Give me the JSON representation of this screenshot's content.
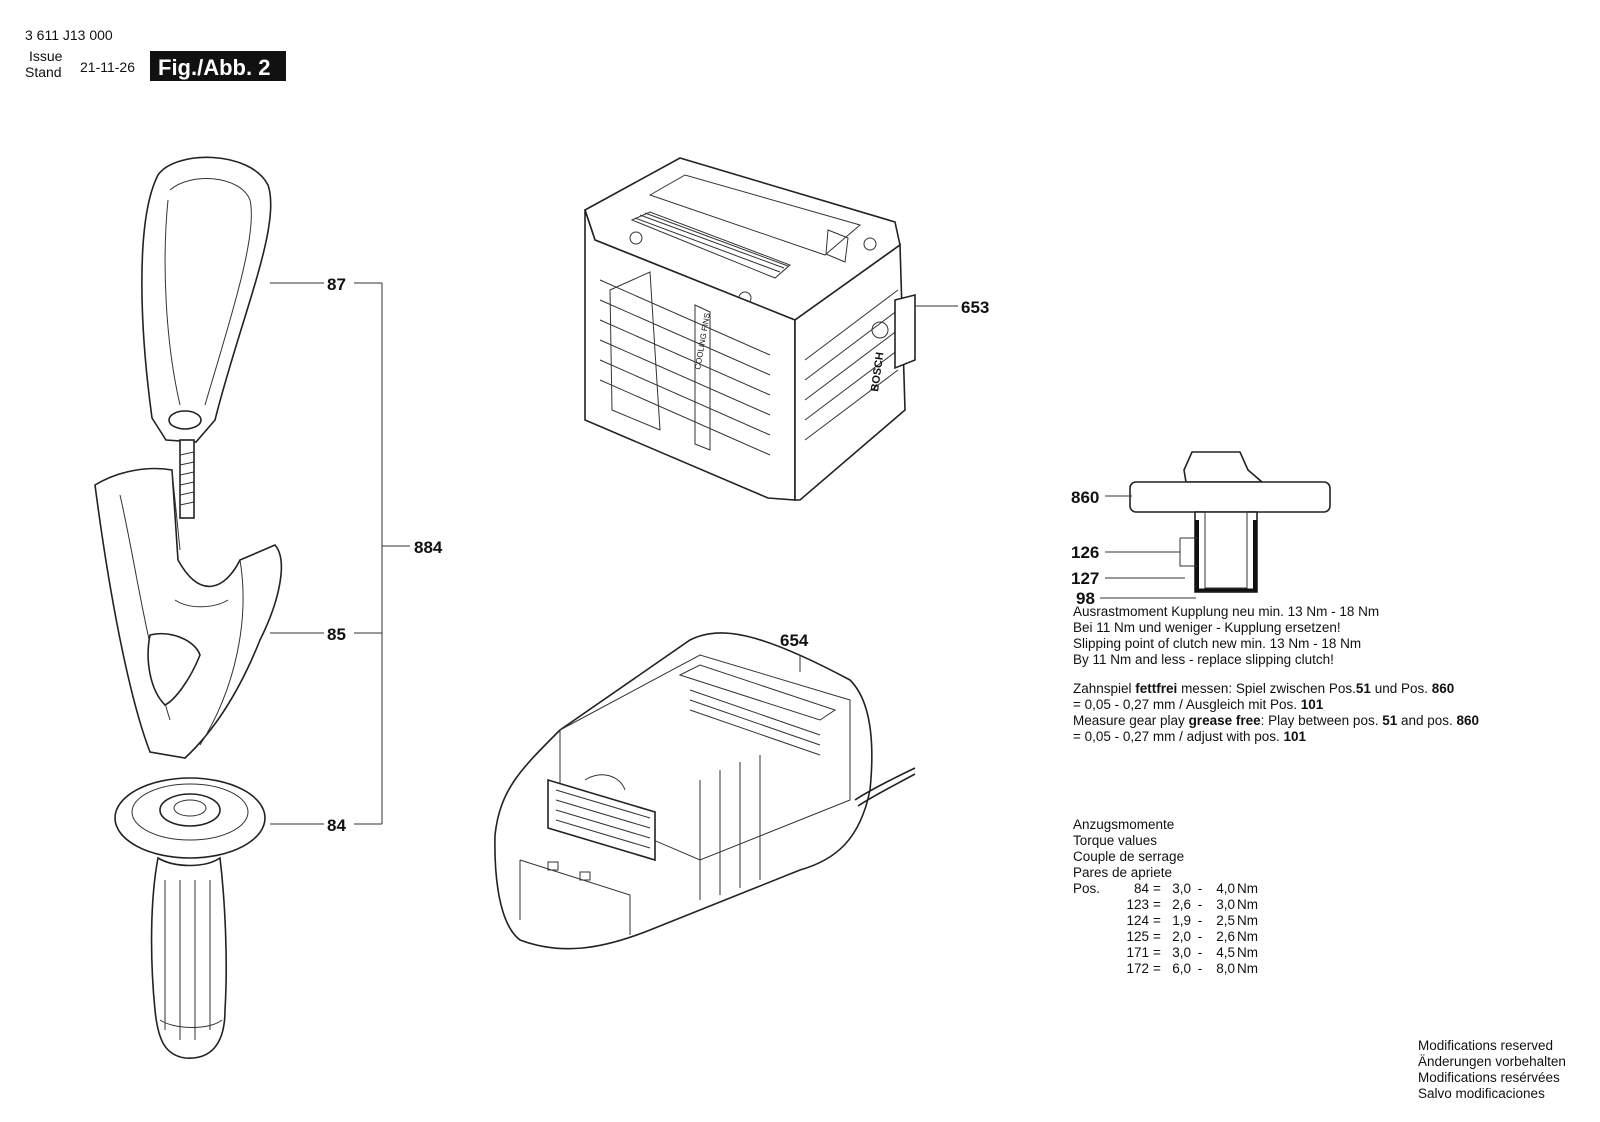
{
  "header": {
    "doc_number": "3 611 J13 000",
    "issue_label": "Issue",
    "stand_label": "Stand",
    "date": "21-11-26",
    "figure_badge": "Fig./Abb. 2"
  },
  "callouts": {
    "c87": "87",
    "c85": "85",
    "c84": "84",
    "c884": "884",
    "c653": "653",
    "c654": "654",
    "c860": "860",
    "c126": "126",
    "c127": "127",
    "c98": "98"
  },
  "battery_text": {
    "cooling": "COOLING FINS",
    "brand": "BOSCH"
  },
  "clutch_notes": [
    "Ausrastmoment Kupplung neu min. 13 Nm - 18 Nm",
    "Bei 11 Nm und weniger - Kupplung ersetzen!",
    "Slipping point of clutch new min. 13 Nm - 18 Nm",
    "By 11 Nm and less - replace slipping clutch!"
  ],
  "gear_notes": {
    "line1_a": "Zahnspiel ",
    "line1_b": "fettfrei",
    "line1_c": " messen: Spiel zwischen Pos.",
    "line1_d": "51",
    "line1_e": " und Pos. ",
    "line1_f": "860",
    "line2_a": "= 0,05 - 0,27 mm / Ausgleich mit Pos. ",
    "line2_b": "101",
    "line3_a": "Measure gear play ",
    "line3_b": "grease free",
    "line3_c": ": Play between pos. ",
    "line3_d": "51",
    "line3_e": " and pos. ",
    "line3_f": "860",
    "line4_a": "= 0,05 - 0,27 mm / adjust with pos. ",
    "line4_b": "101"
  },
  "torque": {
    "titles": [
      "Anzugsmomente",
      "Torque values",
      "Couple de serrage",
      "Pares de apriete"
    ],
    "prefix": "Pos.",
    "rows": [
      {
        "pos": "84",
        "min": "3,0",
        "max": "4,0",
        "unit": "Nm"
      },
      {
        "pos": "123",
        "min": "2,6",
        "max": "3,0",
        "unit": "Nm"
      },
      {
        "pos": "124",
        "min": "1,9",
        "max": "2,5",
        "unit": "Nm"
      },
      {
        "pos": "125",
        "min": "2,0",
        "max": "2,6",
        "unit": "Nm"
      },
      {
        "pos": "171",
        "min": "3,0",
        "max": "4,5",
        "unit": "Nm"
      },
      {
        "pos": "172",
        "min": "6,0",
        "max": "8,0",
        "unit": "Nm"
      }
    ]
  },
  "modifications": [
    "Modifications reserved",
    "Änderungen vorbehalten",
    "Modifications resérvées",
    "Salvo modificaciones"
  ]
}
